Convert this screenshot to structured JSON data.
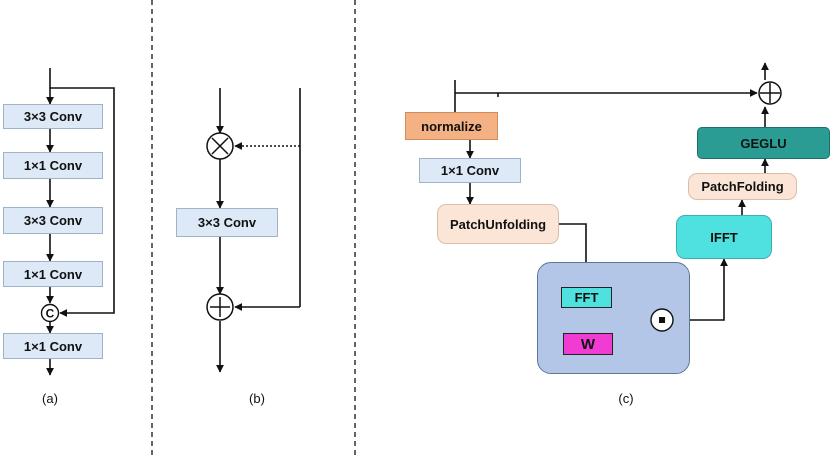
{
  "panel_a": {
    "blocks": [
      "3×3 Conv",
      "1×1 Conv",
      "3×3 Conv",
      "1×1 Conv",
      "1×1 Conv"
    ],
    "concat_symbol": "C",
    "caption": "(a)"
  },
  "panel_b": {
    "block": "3×3 Conv",
    "caption": "(b)"
  },
  "panel_c": {
    "normalize": "normalize",
    "conv": "1×1 Conv",
    "patch_unfolding": "PatchUnfolding",
    "fft": "FFT",
    "w": "W",
    "ifft": "IFFT",
    "patch_folding": "PatchFolding",
    "geglu": "GEGLU",
    "caption": "(c)"
  },
  "colors": {
    "conv_fill": "#dde9f6",
    "normalize_fill": "#f4b183",
    "patch_fill": "#fbe5d6",
    "fft_region": "#b4c6e7",
    "cyan": "#4fe0e0",
    "magenta": "#f03cd2",
    "geglu_fill": "#2a9c94"
  }
}
